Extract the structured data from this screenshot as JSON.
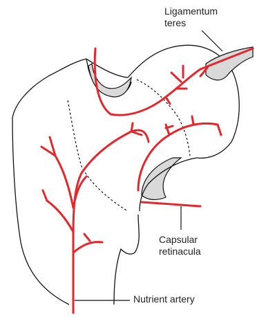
{
  "labels": {
    "ligamentum_line1": "Ligamentum",
    "ligamentum_line2": "teres",
    "capsular_line1": "Capsular",
    "capsular_line2": "retinacula",
    "nutrient": "Nutrient artery"
  },
  "colors": {
    "artery": "#e5262b",
    "bone_outline": "#111111",
    "cartilage_fill": "#d9d9d9",
    "text": "#222222"
  }
}
